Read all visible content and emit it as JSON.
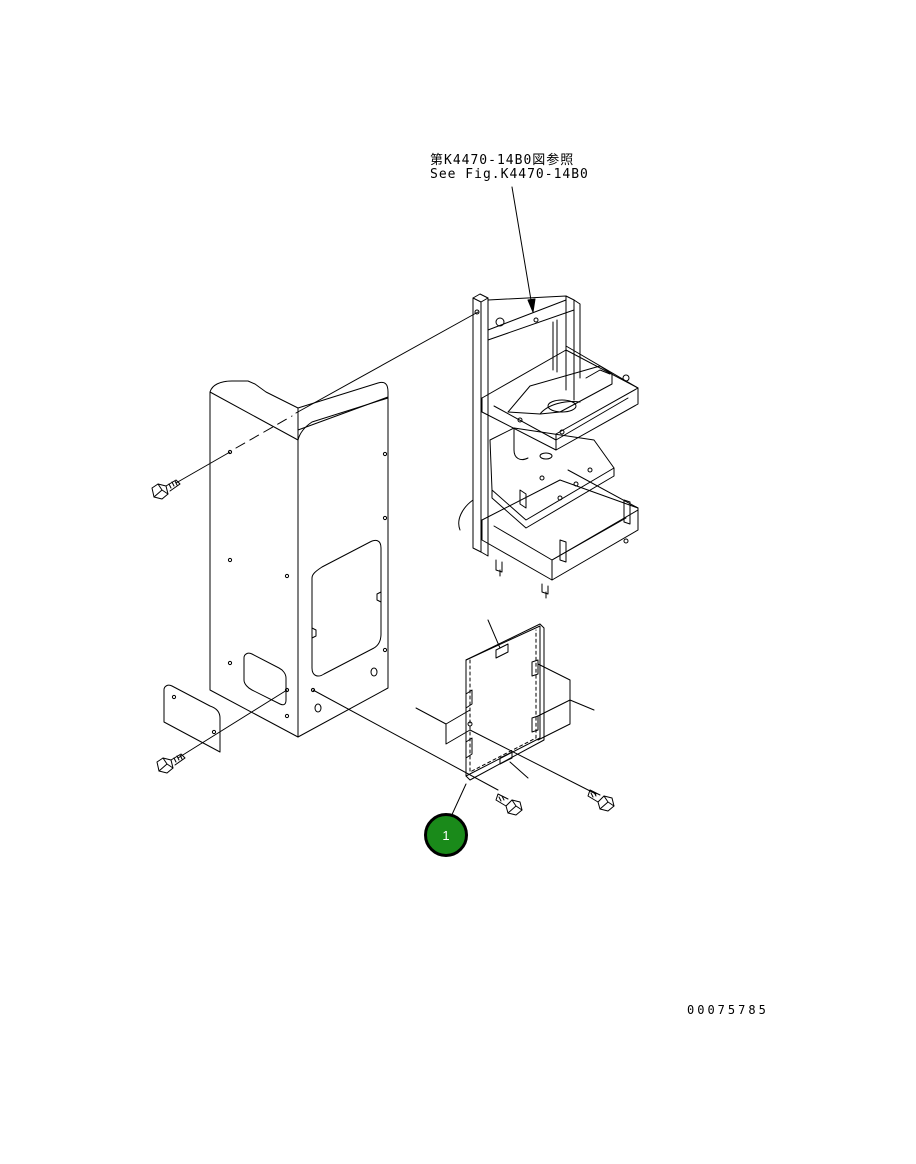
{
  "reference_note": {
    "japanese": "第K4470-14B0図参照",
    "english": "See Fig.K4470-14B0"
  },
  "callouts": [
    {
      "label": "1",
      "color": "#1a8a1a"
    }
  ],
  "drawing_number": "00075785"
}
